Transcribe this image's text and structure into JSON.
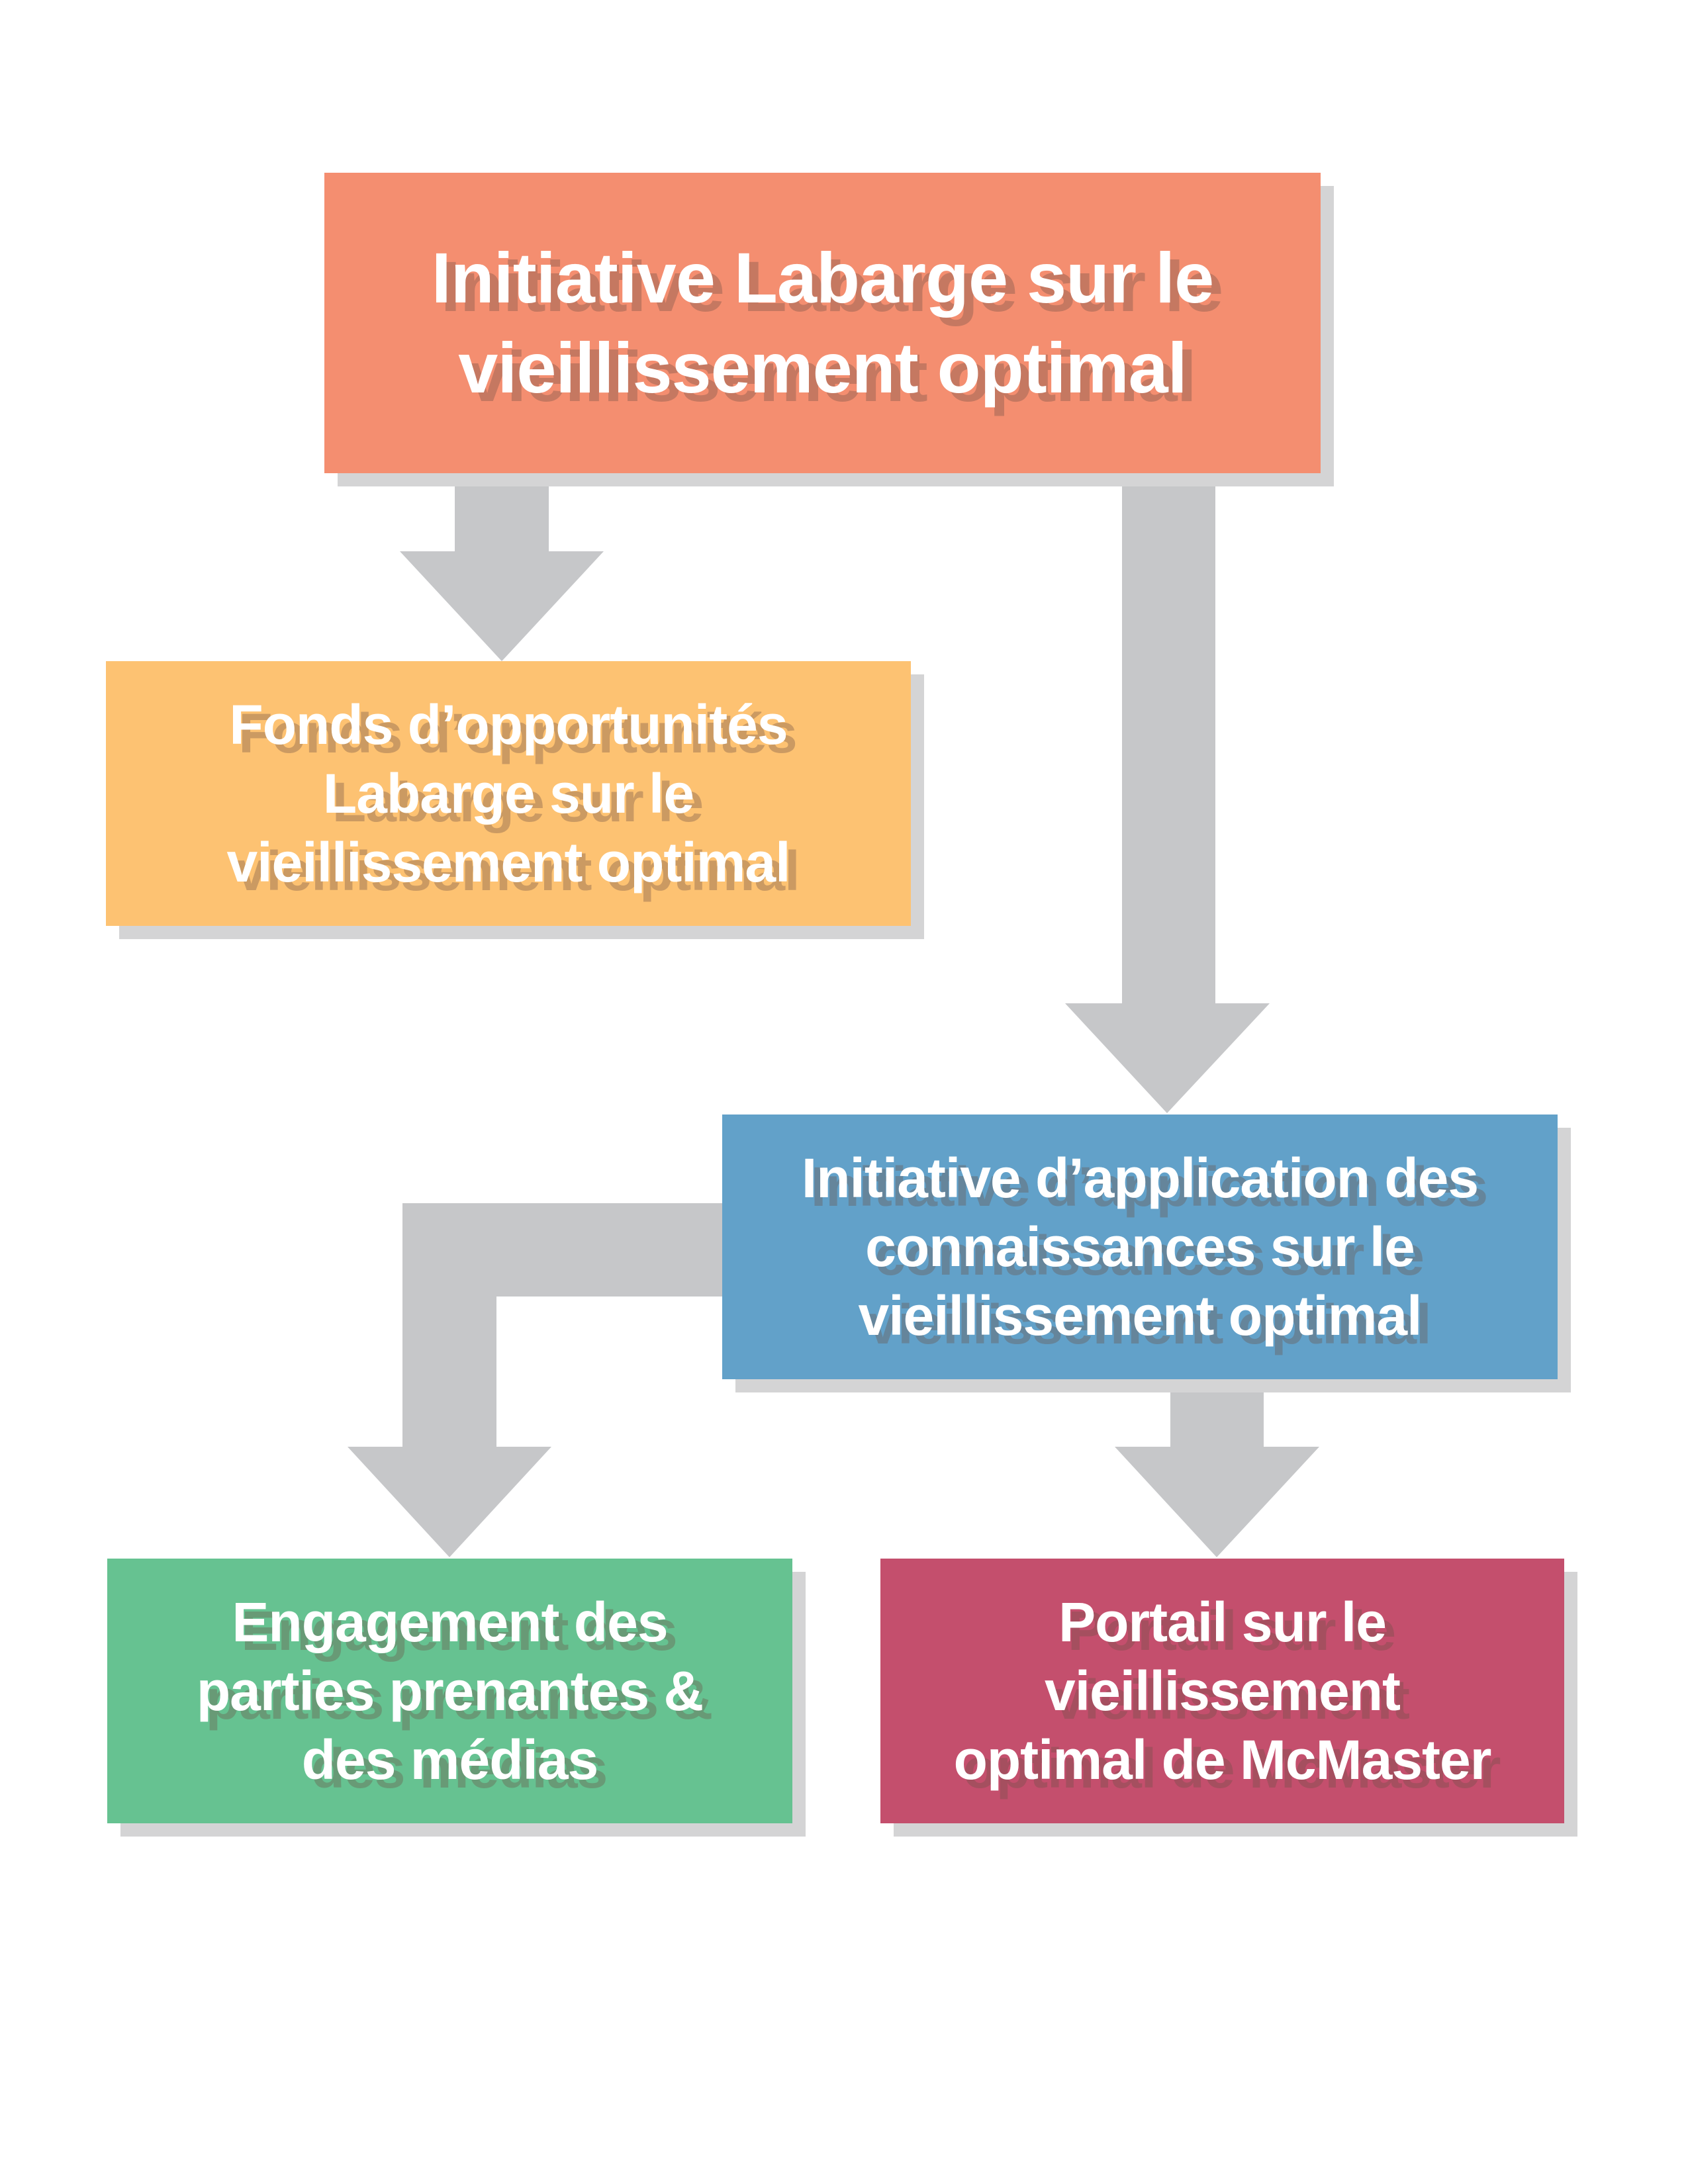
{
  "colors": {
    "top": "#f48e70",
    "fonds": "#fdc272",
    "blue": "#62a1c9",
    "green": "#66c291",
    "red": "#c44f6d",
    "arrow": "#c6c7c9"
  },
  "nodes": {
    "top": {
      "lines": [
        "Initiative Labarge sur le",
        "vieillissement optimal"
      ]
    },
    "fonds": {
      "lines": [
        "Fonds d’opportunités",
        "Labarge sur le",
        "vieillissement optimal"
      ]
    },
    "knowledge": {
      "lines": [
        "Initiative d’application des",
        "connaissances sur le",
        "vieillissement optimal"
      ]
    },
    "engagement": {
      "lines": [
        "Engagement des",
        "parties prenantes &",
        "des médias"
      ]
    },
    "portal": {
      "lines": [
        "Portail sur le",
        "vieillissement",
        "optimal de McMaster"
      ]
    }
  }
}
